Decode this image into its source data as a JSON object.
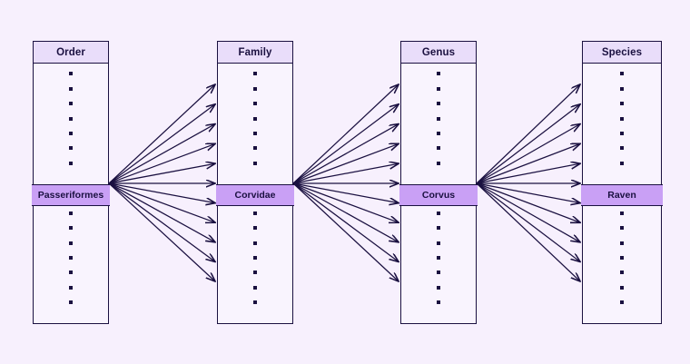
{
  "diagram": {
    "type": "taxonomic-hierarchy-fan",
    "background_color": "#f7f0fd",
    "line_color": "#1a1040",
    "header_fill": "#e9ddfa",
    "highlight_fill": "#c9a0f5",
    "columns": [
      {
        "id": "order",
        "header": "Order",
        "selected_item": "Passeriformes",
        "dots_above": 7,
        "dots_below": 7
      },
      {
        "id": "family",
        "header": "Family",
        "selected_item": "Corvidae",
        "dots_above": 7,
        "dots_below": 7
      },
      {
        "id": "genus",
        "header": "Genus",
        "selected_item": "Corvus",
        "dots_above": 7,
        "dots_below": 7
      },
      {
        "id": "species",
        "header": "Species",
        "selected_item": "Raven",
        "dots_above": 7,
        "dots_below": 7
      }
    ],
    "fans": [
      {
        "id": "order-to-family",
        "from": "order",
        "to": "family",
        "arrow_count": 11
      },
      {
        "id": "family-to-genus",
        "from": "family",
        "to": "genus",
        "arrow_count": 11
      },
      {
        "id": "genus-to-species",
        "from": "genus",
        "to": "species",
        "arrow_count": 11
      }
    ]
  }
}
